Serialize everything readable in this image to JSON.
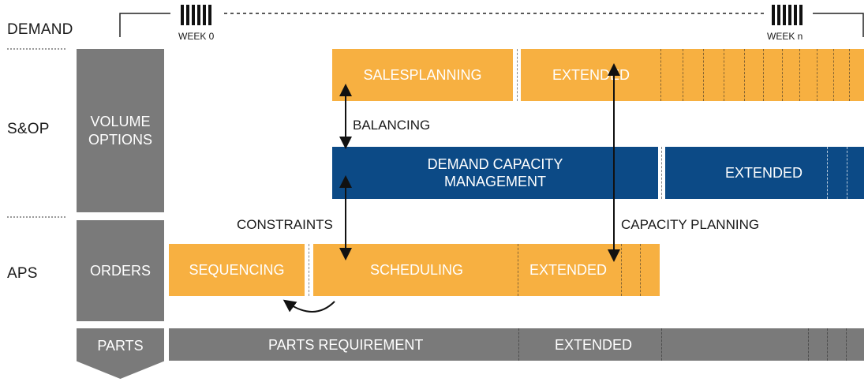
{
  "rows": {
    "demand": "DEMAND",
    "sop": "S&OP",
    "aps": "APS"
  },
  "timeline": {
    "week_start": "WEEK 0",
    "week_end": "WEEK n"
  },
  "left_boxes": {
    "volume_options": "VOLUME\nOPTIONS",
    "orders": "ORDERS",
    "parts": "PARTS"
  },
  "bars": {
    "salesplanning": "SALESPLANNING",
    "salesplanning_extended": "EXTENDED",
    "demand_capacity": "DEMAND CAPACITY\nMANAGEMENT",
    "demand_capacity_extended": "EXTENDED",
    "sequencing": "SEQUENCING",
    "scheduling": "SCHEDULING",
    "scheduling_extended": "EXTENDED",
    "parts_requirement": "PARTS REQUIREMENT",
    "parts_extended": "EXTENDED"
  },
  "arrows": {
    "balancing": "BALANCING",
    "constraints": "CONSTRAINTS",
    "capacity_planning": "CAPACITY PLANNING"
  },
  "colors": {
    "orange": "#f7b041",
    "blue": "#0c4a86",
    "gray": "#7a7a7a"
  }
}
